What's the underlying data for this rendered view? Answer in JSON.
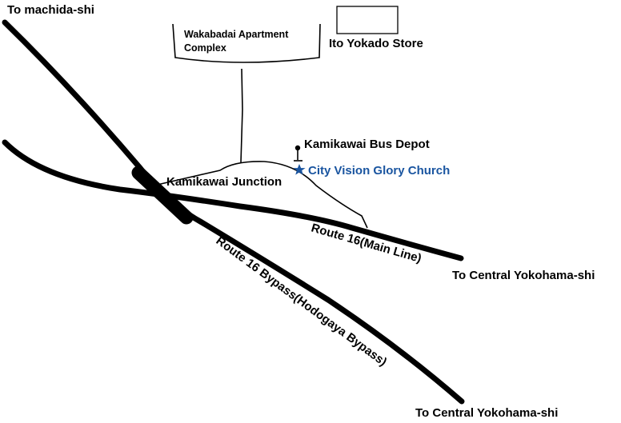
{
  "labels": {
    "to_machida": "To machida-shi",
    "wakabadai_line1": "Wakabadai Apartment",
    "wakabadai_line2": "Complex",
    "ito_yokado": "Ito Yokado Store",
    "bus_depot": "Kamikawai Bus Depot",
    "church": "City Vision Glory Church",
    "junction": "Kamikawai Junction",
    "route16": "Route 16(Main Line)",
    "to_yokohama_1": "To Central Yokohama-shi",
    "route16_bypass": "Route 16 Bypass(Hodogaya Bypass)",
    "to_yokohama_2": "To Central Yokohama-shi"
  },
  "icons": {
    "church_marker": "star-icon",
    "bus_stop": "bus-stop-pin-icon"
  },
  "colors": {
    "church": "#1a55a0",
    "roads": "#000000"
  }
}
